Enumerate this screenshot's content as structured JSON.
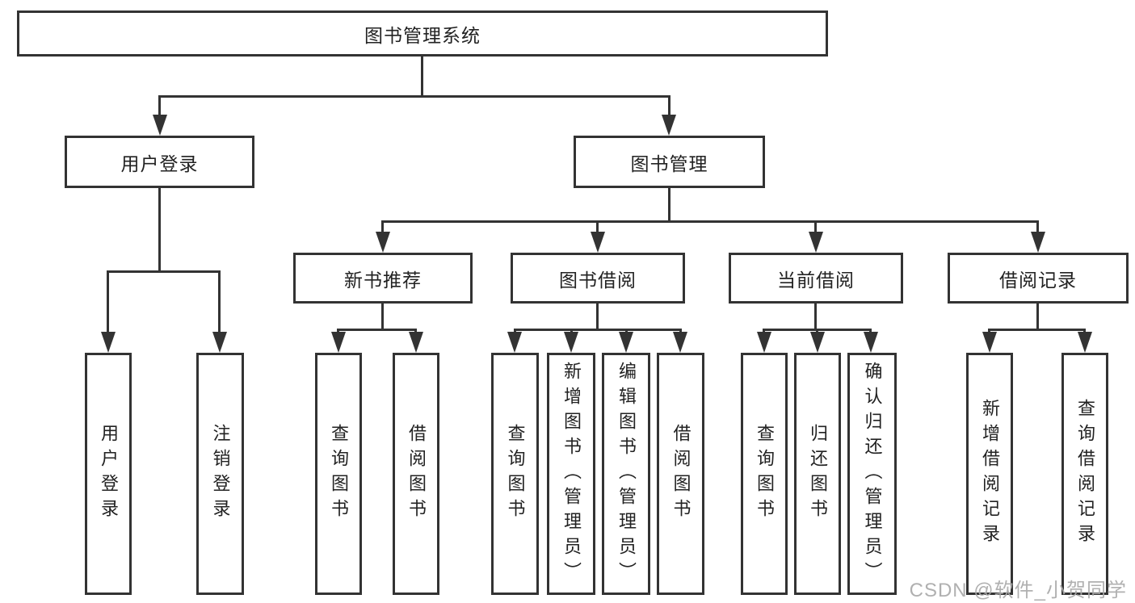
{
  "title": {
    "label": "图书管理系统"
  },
  "level2": {
    "user_login": {
      "label": "用户登录"
    },
    "book_mgmt": {
      "label": "图书管理"
    }
  },
  "level3": {
    "new_books": {
      "label": "新书推荐"
    },
    "book_borrow": {
      "label": "图书借阅"
    },
    "current_borrow": {
      "label": "当前借阅"
    },
    "borrow_records": {
      "label": "借阅记录"
    }
  },
  "leaves": {
    "user_login": [
      "用户登录",
      "注销登录"
    ],
    "new_books": [
      "查询图书",
      "借阅图书"
    ],
    "book_borrow": [
      "查询图书",
      "新增图书（管理员）",
      "编辑图书（管理员）",
      "借阅图书"
    ],
    "current_borrow": [
      "查询图书",
      "归还图书",
      "确认归还（管理员）"
    ],
    "borrow_records": [
      "新增借阅记录",
      "查询借阅记录"
    ]
  },
  "watermark": "CSDN @软件_小贺同学",
  "colors": {
    "line": "#333333",
    "text": "#222222",
    "watermark": "#aaaaaa",
    "background": "#ffffff"
  }
}
